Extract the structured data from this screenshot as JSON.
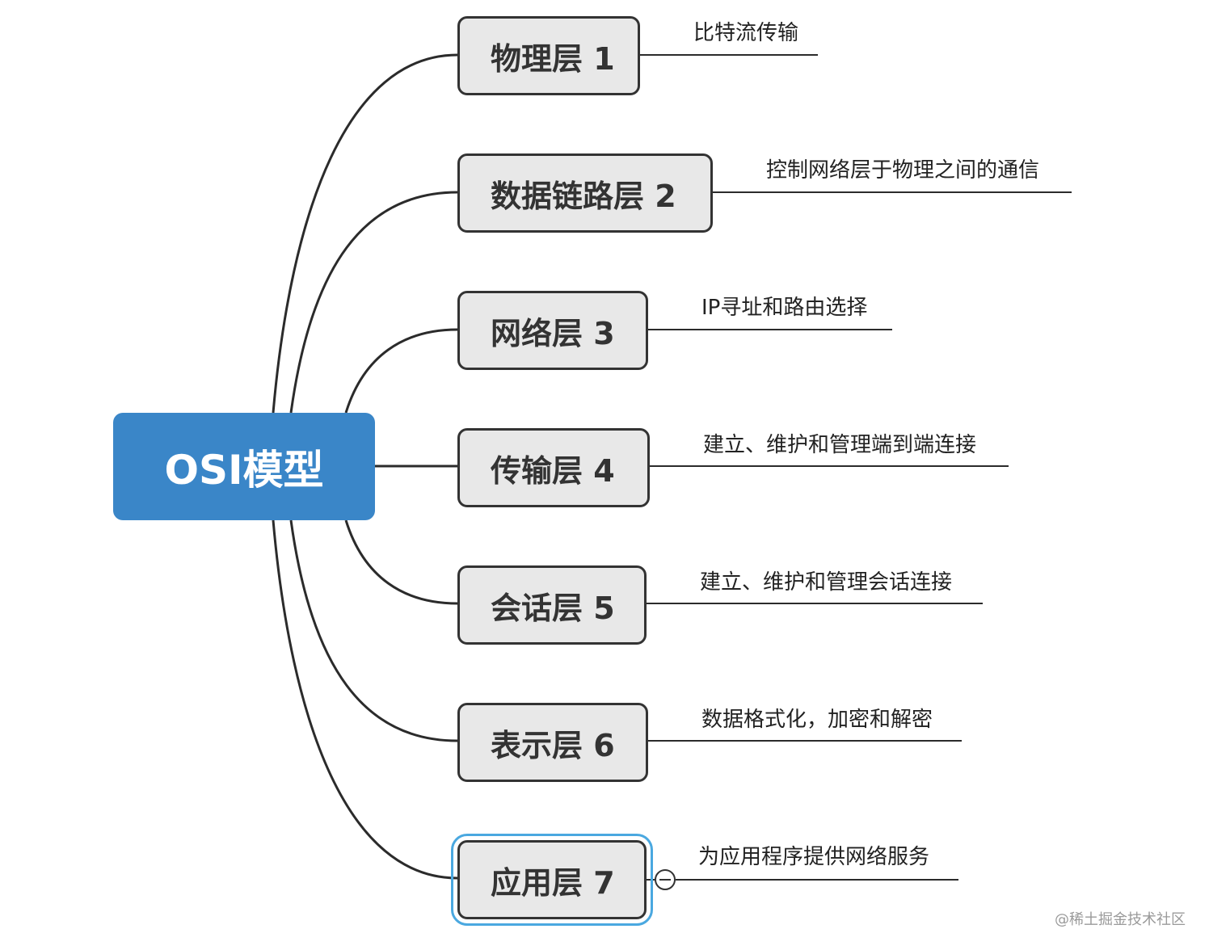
{
  "root": {
    "label": "OSI模型"
  },
  "layers": [
    {
      "label": "物理层 1",
      "description": "比特流传输"
    },
    {
      "label": "数据链路层 2",
      "description": "控制网络层于物理之间的通信"
    },
    {
      "label": "网络层 3",
      "description": "IP寻址和路由选择"
    },
    {
      "label": "传输层 4",
      "description": "建立、维护和管理端到端连接"
    },
    {
      "label": "会话层 5",
      "description": "建立、维护和管理会话连接"
    },
    {
      "label": "表示层 6",
      "description": "数据格式化，加密和解密"
    },
    {
      "label": "应用层 7",
      "description": "为应用程序提供网络服务"
    }
  ],
  "watermark": "@稀土掘金技术社区",
  "colors": {
    "root": "#3a86c8",
    "node_fill": "#e8e8e8",
    "node_border": "#333333",
    "selected_outline": "#4aa8e0"
  }
}
